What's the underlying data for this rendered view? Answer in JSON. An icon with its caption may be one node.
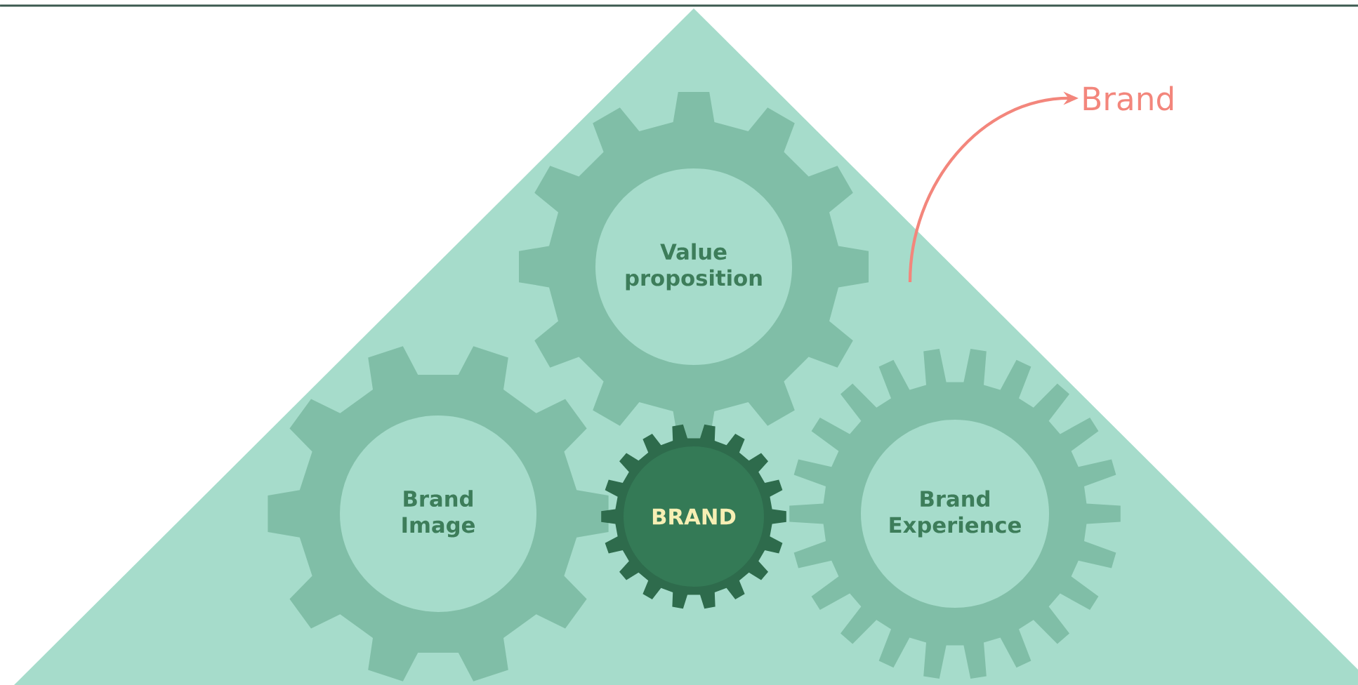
{
  "diagram": {
    "nodes": [
      {
        "text": [],
        "shape": "triangle"
      },
      {
        "text": [
          "Value proposition"
        ],
        "in": 0
      },
      {
        "text": [
          "Brand Image"
        ],
        "in": 0
      },
      {
        "text": [
          "BRAND"
        ],
        "in": 0
      },
      {
        "text": [
          "Brand Experience"
        ],
        "in": 0
      },
      {
        "text": [
          "Brand"
        ]
      }
    ],
    "edges": [
      {
        "from": 0,
        "to": 5,
        "arrow": "to",
        "color": "#f3867c"
      }
    ]
  }
}
